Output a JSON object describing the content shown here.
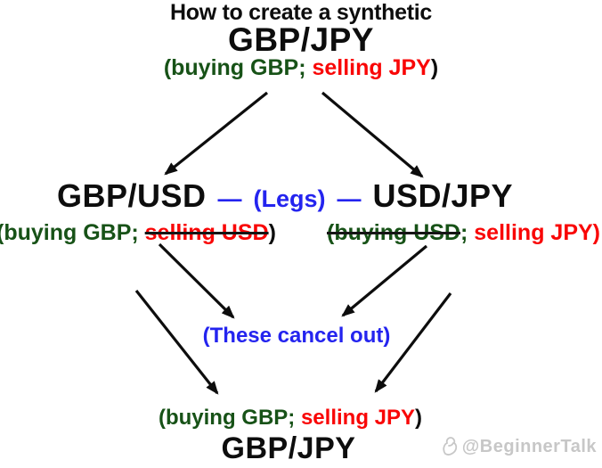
{
  "colors": {
    "green": "#175217",
    "red": "#f90606",
    "blue": "#2424ef",
    "ink": "#0d0d0d",
    "strike": "#151515",
    "watermark": "#c7c7c7"
  },
  "top": {
    "heading": "How to create a synthetic",
    "pair": "GBP/JPY",
    "paren_green": "(buying GBP; ",
    "paren_red": "selling JPY",
    "paren_close": ")"
  },
  "legs_row": {
    "left_pair": "GBP/USD",
    "dash": "—",
    "legs_label": "(Legs)",
    "right_pair": "USD/JPY"
  },
  "left_leg": {
    "green": "(buying GBP; ",
    "struck_red": "selling USD",
    "close": ")"
  },
  "right_leg": {
    "struck_green": "(buying USD",
    "semicolon": "; ",
    "red": "selling JPY)"
  },
  "center_note": "(These cancel out)",
  "bottom": {
    "paren_green": "(buying GBP; ",
    "paren_red": "selling JPY",
    "paren_close": ")",
    "pair": "GBP/JPY"
  },
  "watermark": "@BeginnerTalk"
}
